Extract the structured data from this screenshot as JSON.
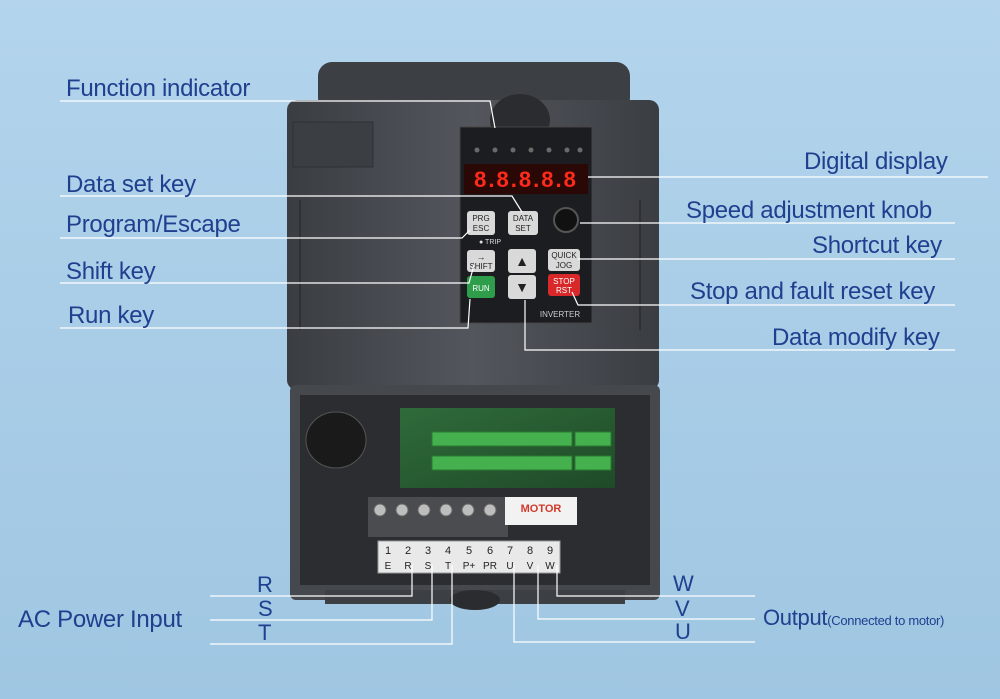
{
  "labels": {
    "function_indicator": "Function indicator",
    "digital_display": "Digital display",
    "data_set_key": "Data set key",
    "speed_adjustment_knob": "Speed adjustment knob",
    "program_escape": "Program/Escape",
    "shortcut_key": "Shortcut key",
    "shift_key": "Shift key",
    "stop_fault_reset_key": "Stop and fault reset key",
    "run_key": "Run key",
    "data_modify_key": "Data modify key",
    "ac_power_input": "AC Power Input",
    "output": "Output",
    "output_note": "(Connected to motor)"
  },
  "power_letters": {
    "r": "R",
    "s": "S",
    "t": "T"
  },
  "output_letters": {
    "w": "W",
    "v": "V",
    "u": "U"
  },
  "device": {
    "display_value": "8.8.8.8.8",
    "keys": {
      "prg": "PRG",
      "esc": "ESC",
      "data": "DATA",
      "set": "SET",
      "trip": "● TRIP",
      "shift": "SHIFT",
      "quick": "QUICK",
      "jog": "JOG",
      "run": "RUN",
      "stop": "STOP",
      "rst": "RST",
      "up": "▲",
      "down": "▼"
    },
    "brand": "INVERTER",
    "motor_label": "MOTOR",
    "terminal_numbers": [
      "1",
      "2",
      "3",
      "4",
      "5",
      "6",
      "7",
      "8",
      "9"
    ],
    "terminal_names": [
      "E",
      "R",
      "S",
      "T",
      "P+",
      "PR",
      "U",
      "V",
      "W"
    ]
  },
  "colors": {
    "label_text": "#1f3f8f",
    "background": "#a8cce6",
    "display_led": "#ff2a1a",
    "run_key": "#2e9e4a",
    "stop_key": "#d8282a"
  }
}
